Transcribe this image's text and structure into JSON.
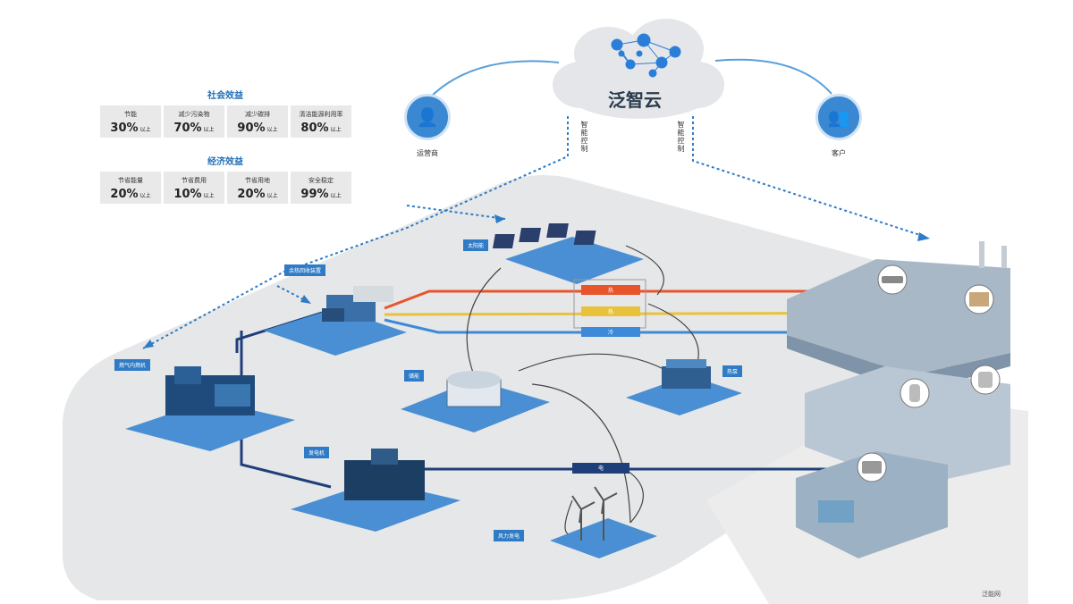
{
  "cloud": {
    "title": "泛智云"
  },
  "operator": {
    "label": "运营商",
    "icon": "operator-person-icon"
  },
  "customer": {
    "label": "客户",
    "icon": "customer-group-icon"
  },
  "smart_control_left": "智能控制",
  "smart_control_right": "智能控制",
  "social_benefits": {
    "title": "社会效益",
    "items": [
      {
        "label": "节能",
        "value": "30%",
        "suffix": "以上"
      },
      {
        "label": "减少污染物",
        "value": "70%",
        "suffix": "以上"
      },
      {
        "label": "减少碳排",
        "value": "90%",
        "suffix": "以上"
      },
      {
        "label": "清洁能源利用率",
        "value": "80%",
        "suffix": "以上"
      }
    ]
  },
  "economic_benefits": {
    "title": "经济效益",
    "items": [
      {
        "label": "节省能量",
        "value": "20%",
        "suffix": "以上"
      },
      {
        "label": "节省费用",
        "value": "10%",
        "suffix": "以上"
      },
      {
        "label": "节省用地",
        "value": "20%",
        "suffix": "以上"
      },
      {
        "label": "安全稳定",
        "value": "99%",
        "suffix": "以上"
      }
    ]
  },
  "tags": {
    "solar": "太阳能",
    "absorption": "余热回收装置",
    "gas_engine": "燃气内燃机",
    "storage": "储能",
    "heat_pump": "热泵",
    "generator": "发电机",
    "wind": "风力发电"
  },
  "bars": {
    "heat": "热",
    "hot": "热",
    "cold": "冷",
    "power": "电"
  },
  "colors": {
    "heat_line": "#e8552b",
    "hot_line": "#e9c23b",
    "cold_line": "#3c8ad8",
    "power_line": "#1f3f7a",
    "accent": "#2f7bc6"
  },
  "footer": "泛能网"
}
